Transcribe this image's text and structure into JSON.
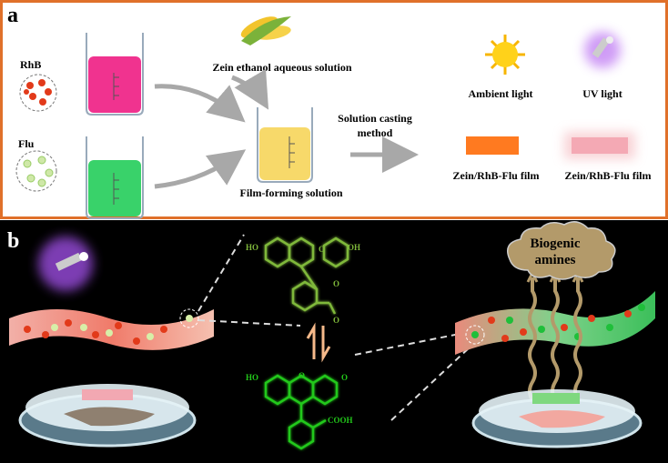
{
  "panel_a": {
    "label": "a",
    "rhb_label": "RhB",
    "flu_label": "Flu",
    "zein_label": "Zein ethanol aqueous solution",
    "film_forming_label": "Film-forming solution",
    "casting_label_line1": "Solution casting",
    "casting_label_line2": "method",
    "ambient_label": "Ambient light",
    "uv_label": "UV light",
    "film_ambient_label": "Zein/RhB-Flu film",
    "film_uv_label": "Zein/RhB-Flu film",
    "colors": {
      "border": "#e0702a",
      "rhb": "#f0338f",
      "flu": "#39d26a",
      "film_solution": "#f7d96a",
      "film_ambient": "#ff7a20",
      "film_uv": "#f4a9b4"
    }
  },
  "panel_b": {
    "label": "b",
    "cloud_line1": "Biogenic",
    "cloud_line2": "amines",
    "chem_top": {
      "left": "HO",
      "right": "OH",
      "ring_o": "O",
      "carbonyl": "O",
      "lactone_o": "O"
    },
    "chem_bottom": {
      "left": "HO",
      "right": "O",
      "ring_o": "O",
      "acid": "COOH"
    },
    "colors": {
      "background": "#000000",
      "lactone": "#7fb83a",
      "open_form": "#22c81a",
      "arrow": "#f5b98a",
      "cloud": "#b39a6a"
    }
  }
}
